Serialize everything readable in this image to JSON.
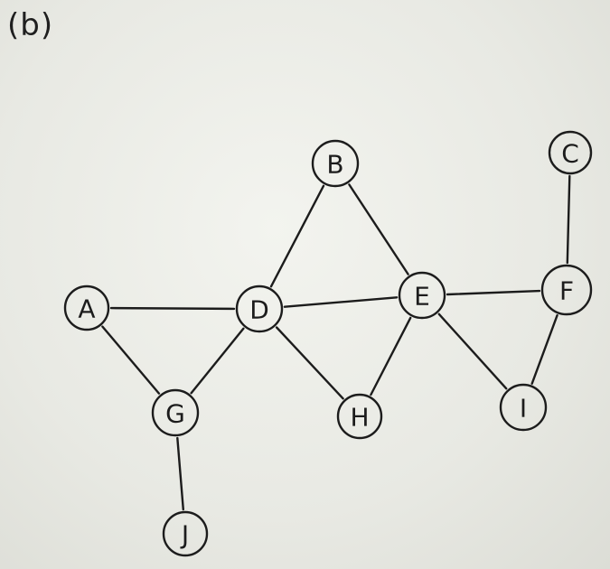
{
  "panel_label": "(b)",
  "graph": {
    "nodes": [
      "A",
      "B",
      "C",
      "D",
      "E",
      "F",
      "G",
      "H",
      "I",
      "J"
    ],
    "edges": [
      [
        "A",
        "D"
      ],
      [
        "A",
        "G"
      ],
      [
        "B",
        "D"
      ],
      [
        "B",
        "E"
      ],
      [
        "C",
        "F"
      ],
      [
        "D",
        "E"
      ],
      [
        "D",
        "G"
      ],
      [
        "D",
        "H"
      ],
      [
        "E",
        "F"
      ],
      [
        "E",
        "H"
      ],
      [
        "E",
        "I"
      ],
      [
        "F",
        "I"
      ],
      [
        "G",
        "J"
      ]
    ]
  },
  "colors": {
    "ink": "#1c1c1c",
    "paper": "#e9eae4"
  }
}
